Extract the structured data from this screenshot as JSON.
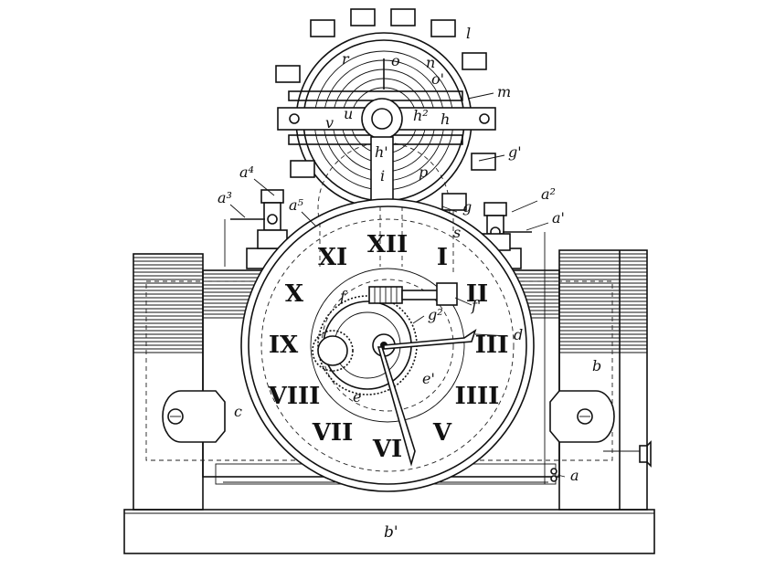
{
  "figure": {
    "numerals": [
      "XII",
      "I",
      "II",
      "III",
      "IIII",
      "V",
      "VI",
      "VII",
      "VIII",
      "IX",
      "X",
      "XI"
    ],
    "labels": {
      "l": "l",
      "r": "r",
      "o": "o",
      "n": "n",
      "o1": "o'",
      "m": "m",
      "u": "u",
      "v": "v",
      "h2": "h²",
      "h": "h",
      "h1": "h'",
      "g1": "g'",
      "a4": "a⁴",
      "i": "i",
      "p": "p",
      "a3": "a³",
      "a5": "a⁵",
      "g": "g",
      "a2": "a²",
      "a1": "a'",
      "s": "s",
      "f": "f",
      "f1": "f'",
      "g2": "g²",
      "d": "d",
      "b": "b",
      "c": "c",
      "e": "e",
      "e1": "e'",
      "a": "a",
      "b1": "b'"
    }
  }
}
